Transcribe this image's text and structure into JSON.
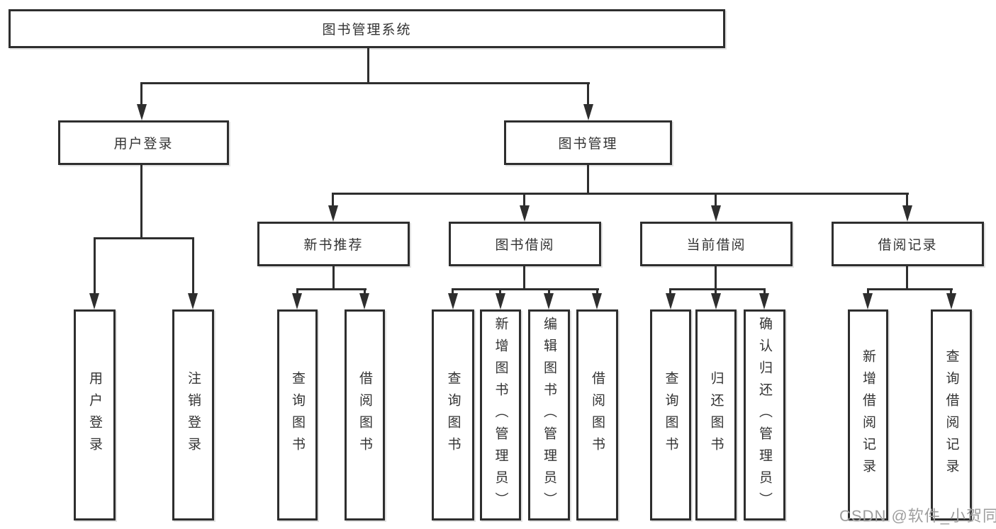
{
  "diagram": {
    "root": {
      "label": "图书管理系统"
    },
    "level2": [
      {
        "label": "用户登录"
      },
      {
        "label": "图书管理"
      }
    ],
    "level3": [
      {
        "label": "新书推荐"
      },
      {
        "label": "图书借阅"
      },
      {
        "label": "当前借阅"
      },
      {
        "label": "借阅记录"
      }
    ],
    "leaves": [
      {
        "label": "用户登录"
      },
      {
        "label": "注销登录"
      },
      {
        "label": "查询图书"
      },
      {
        "label": "借阅图书"
      },
      {
        "label": "查询图书"
      },
      {
        "label": "新增图书（管理员）"
      },
      {
        "label": "编辑图书（管理员）"
      },
      {
        "label": "借阅图书"
      },
      {
        "label": "查询图书"
      },
      {
        "label": "归还图书"
      },
      {
        "label": "确认归还（管理员）"
      },
      {
        "label": "新增借阅记录"
      },
      {
        "label": "查询借阅记录"
      }
    ]
  },
  "colors": {
    "line": "#2e2e2e",
    "text": "#333333",
    "watermark": "#9e9e9e"
  },
  "watermark": {
    "text": "CSDN @软件_小贺同学"
  }
}
